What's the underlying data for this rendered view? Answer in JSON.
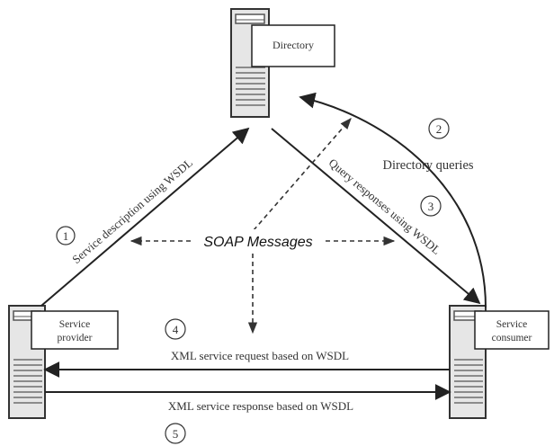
{
  "nodes": {
    "directory": {
      "label": "Directory"
    },
    "provider": {
      "label_line1": "Service",
      "label_line2": "provider"
    },
    "consumer": {
      "label_line1": "Service",
      "label_line2": "consumer"
    }
  },
  "center_label": "SOAP Messages",
  "edges": {
    "service_description": {
      "step": "1",
      "label": "Service description using WSDL"
    },
    "directory_queries": {
      "step": "2",
      "label": "Directory queries"
    },
    "query_responses": {
      "step": "3",
      "label": "Query responses using WSDL"
    },
    "service_request": {
      "step": "4",
      "label": "XML service request based on WSDL"
    },
    "service_response": {
      "step": "5",
      "label": "XML service response based on WSDL"
    }
  }
}
